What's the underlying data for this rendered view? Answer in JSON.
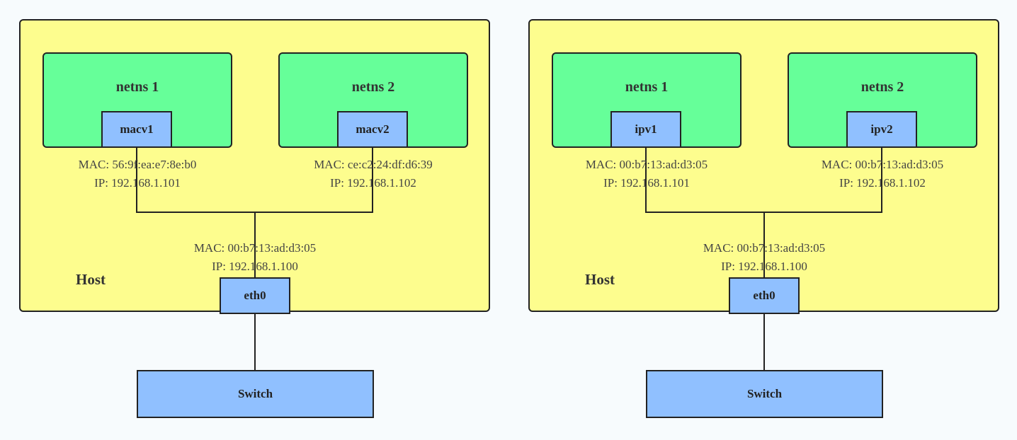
{
  "diagrams": [
    {
      "host_label": "Host",
      "netns": [
        {
          "title": "netns 1",
          "iface": "macv1",
          "mac": "MAC: 56:9f:ea:e7:8e:b0",
          "ip": "IP: 192.168.1.101"
        },
        {
          "title": "netns 2",
          "iface": "macv2",
          "mac": "MAC: ce:c2:24:df:d6:39",
          "ip": "IP: 192.168.1.102"
        }
      ],
      "host_iface": {
        "name": "eth0",
        "mac": "MAC: 00:b7:13:ad:d3:05",
        "ip": "IP: 192.168.1.100"
      },
      "switch": "Switch"
    },
    {
      "host_label": "Host",
      "netns": [
        {
          "title": "netns 1",
          "iface": "ipv1",
          "mac": "MAC: 00:b7:13:ad:d3:05",
          "ip": "IP: 192.168.1.101"
        },
        {
          "title": "netns 2",
          "iface": "ipv2",
          "mac": "MAC: 00:b7:13:ad:d3:05",
          "ip": "IP: 192.168.1.102"
        }
      ],
      "host_iface": {
        "name": "eth0",
        "mac": "MAC: 00:b7:13:ad:d3:05",
        "ip": "IP: 192.168.1.100"
      },
      "switch": "Switch"
    }
  ]
}
